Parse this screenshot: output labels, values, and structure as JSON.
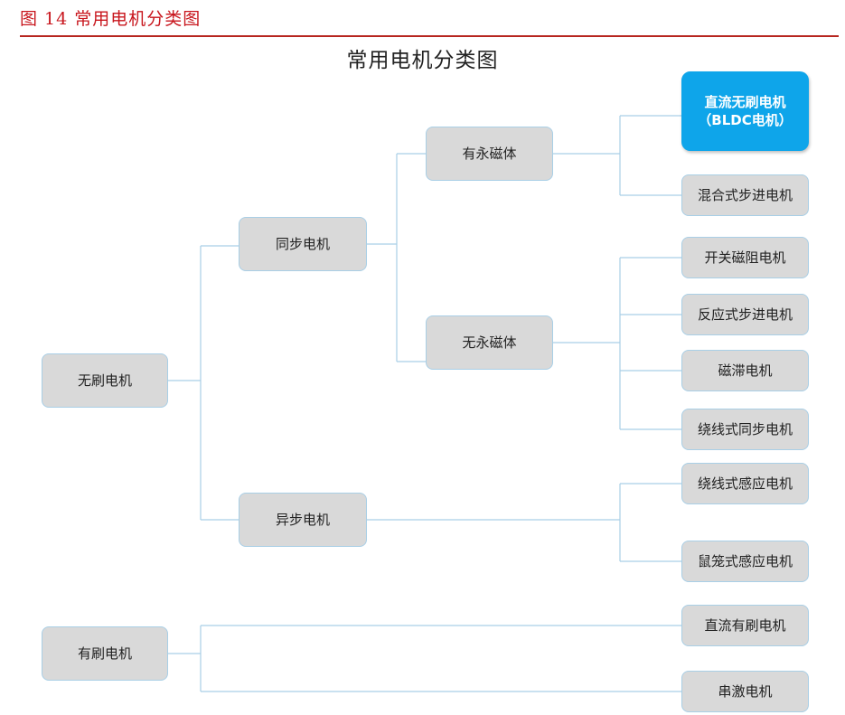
{
  "figure_caption": "图 14 常用电机分类图",
  "diagram_title": "常用电机分类图",
  "colors": {
    "caption": "#c8161d",
    "rule": "#b7261f",
    "node_fill": "#d9d9d9",
    "node_border": "#a9cfe6",
    "highlight_fill": "#0ea5ea",
    "connector": "#a9cfe6"
  },
  "nodes": {
    "brushless": "无刷电机",
    "brushed": "有刷电机",
    "synchronous": "同步电机",
    "asynchronous": "异步电机",
    "permanent_magnet": "有永磁体",
    "no_permanent_magnet": "无永磁体",
    "bldc": "直流无刷电机\n（BLDC电机）",
    "hybrid_stepper": "混合式步进电机",
    "switched_reluctance": "开关磁阻电机",
    "reactive_stepper": "反应式步进电机",
    "hysteresis": "磁滞电机",
    "wound_synchronous": "绕线式同步电机",
    "wound_induction": "绕线式感应电机",
    "squirrel_cage_induction": "鼠笼式感应电机",
    "dc_brushed": "直流有刷电机",
    "series_excited": "串激电机"
  }
}
